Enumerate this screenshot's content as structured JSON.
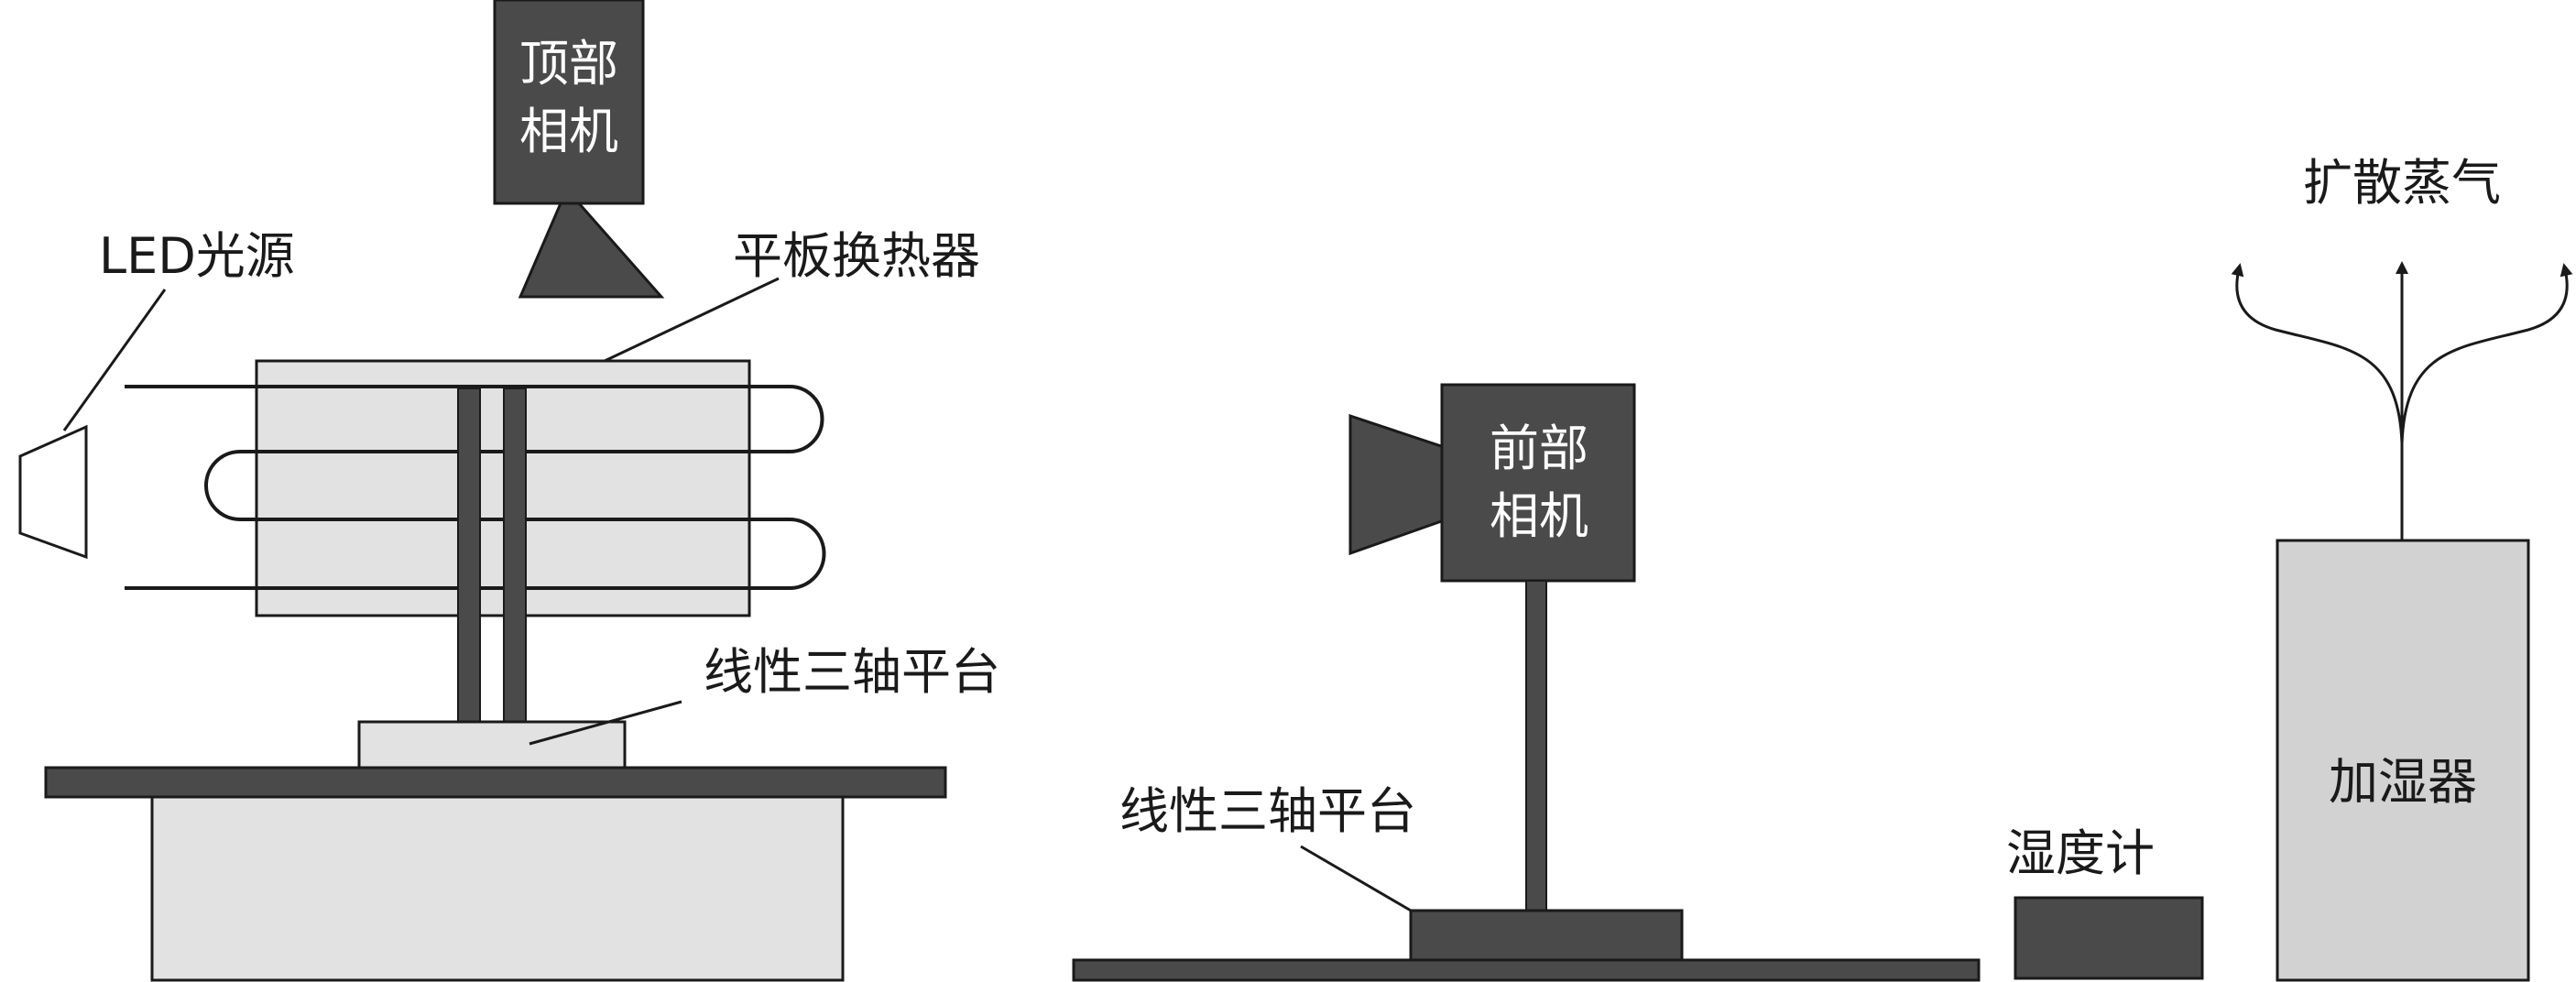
{
  "labels": {
    "top_camera_line1": "顶部",
    "top_camera_line2": "相机",
    "led_light": "LED光源",
    "plate_heat_exchanger": "平板换热器",
    "linear_stage_left": "线性三轴平台",
    "front_camera_line1": "前部",
    "front_camera_line2": "相机",
    "linear_stage_right": "线性三轴平台",
    "hygrometer": "湿度计",
    "humidifier": "加湿器",
    "diffuse_vapor": "扩散蒸气"
  },
  "colors": {
    "dark_gray": "#4a4a4a",
    "light_gray": "#e2e2e2",
    "humidifier_gray": "#d2d2d2",
    "outline": "#1a1a1a"
  }
}
